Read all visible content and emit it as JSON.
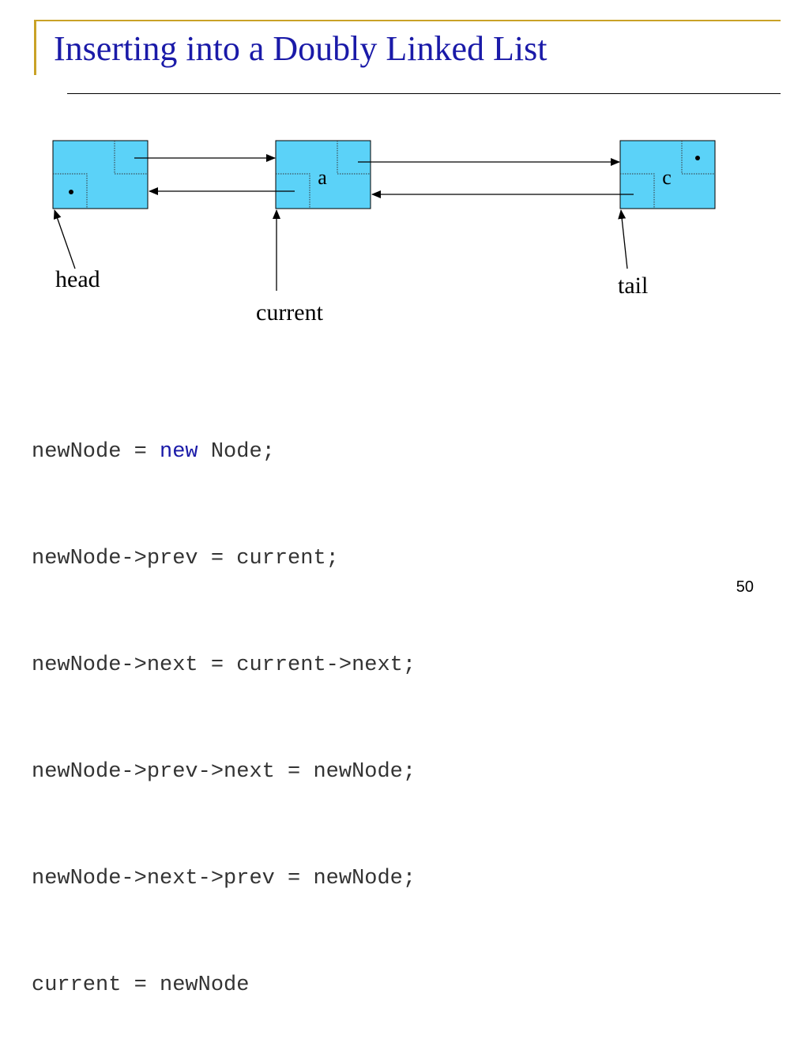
{
  "slide": {
    "title": "Inserting into a Doubly Linked List",
    "page_number": "50",
    "accent_color": "#c9a227",
    "title_color": "#1a1aa8",
    "node_fill": "#5bd2f8"
  },
  "diagram": {
    "nodes": [
      {
        "id": "head-node",
        "value": ""
      },
      {
        "id": "a-node",
        "value": "a"
      },
      {
        "id": "c-node",
        "value": "c"
      }
    ],
    "pointers": [
      {
        "id": "head",
        "label": "head"
      },
      {
        "id": "current",
        "label": "current"
      },
      {
        "id": "tail",
        "label": "tail"
      }
    ]
  },
  "code": {
    "line1": {
      "before": "newNode = ",
      "keyword": "new",
      "after": " Node;"
    },
    "line2": "newNode->prev = current;",
    "line3": "newNode->next = current->next;",
    "line4": "newNode->prev->next = newNode;",
    "line5": "newNode->next->prev = newNode;",
    "line6": "current = newNode"
  }
}
